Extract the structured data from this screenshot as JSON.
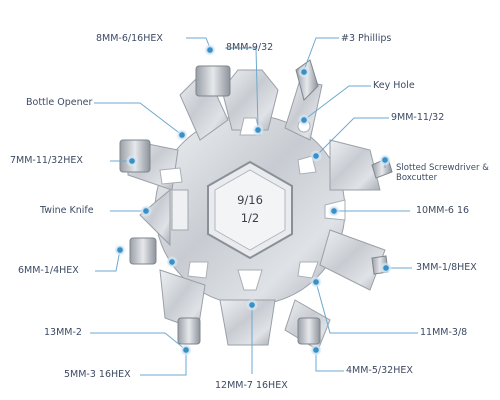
{
  "colors": {
    "accent": "#3a8fc5",
    "line": "#6da9cf",
    "label": "#3d4b63",
    "steel": "#c9ccd1"
  },
  "center_labels": {
    "top": "9/16",
    "bottom": "1/2"
  },
  "labels": {
    "l01": "8MM-6/16HEX",
    "l02": "8MM-9/32",
    "l03": "#3 Phillips",
    "l04": "Key Hole",
    "l05": "Bottle Opener",
    "l06": "9MM-11/32",
    "l07": "Slotted Screwdriver & Boxcutter",
    "l08": "7MM-11/32HEX",
    "l09": "Twine Knife",
    "l10": "10MM-6 16",
    "l11": "6MM-1/4HEX",
    "l12": "3MM-1/8HEX",
    "l13": "13MM-2",
    "l14": "11MM-3/8",
    "l15": "5MM-3 16HEX",
    "l16": "4MM-5/32HEX",
    "l17": "12MM-7 16HEX"
  },
  "icons": {
    "pointer_dot": "target-dot-icon"
  }
}
